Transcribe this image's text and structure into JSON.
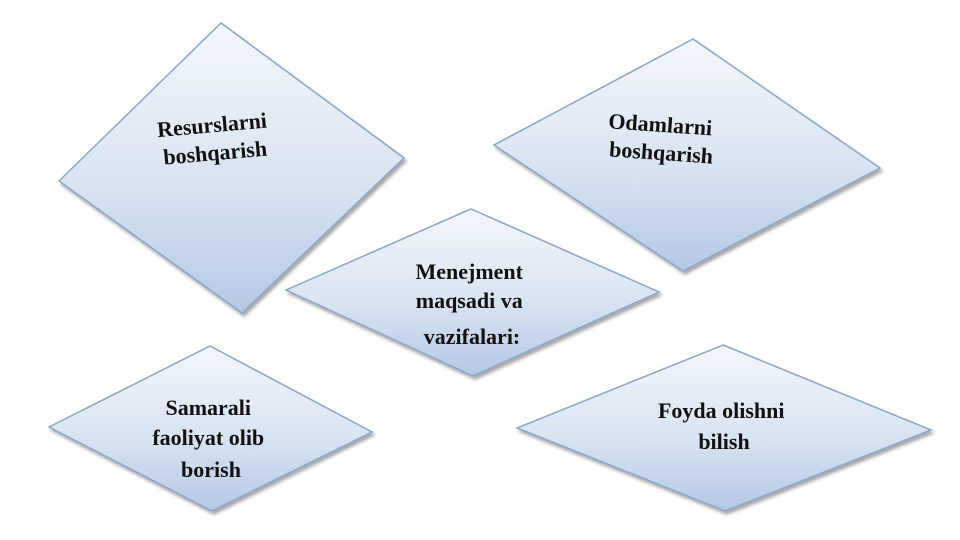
{
  "diagram": {
    "background": "#ffffff",
    "colors": {
      "gradient_top": "#f4f7fc",
      "gradient_mid": "#d9e4f2",
      "gradient_bottom": "#b5c9e4",
      "border": "#8ca5c8",
      "shadow": "#9aaecb",
      "text": "#111111"
    },
    "center": {
      "label": "Menejment maqsadi va vazifalari:",
      "lines": [
        "Menejment",
        "maqsadi va",
        "vazifalari:"
      ]
    },
    "nodes": [
      {
        "id": "resources",
        "label": "Resurslarni boshqarish",
        "lines": [
          "Resurslarni",
          "boshqarish"
        ]
      },
      {
        "id": "people",
        "label": "Odamlarni boshqarish",
        "lines": [
          "Odamlarni",
          "boshqarish"
        ]
      },
      {
        "id": "efficiency",
        "label": "Samarali faoliyat olib borish",
        "lines": [
          "Samarali",
          "faoliyat olib",
          "borish"
        ]
      },
      {
        "id": "profit",
        "label": "Foyda olishni bilish",
        "lines": [
          "Foyda olishni",
          "bilish"
        ]
      }
    ]
  }
}
